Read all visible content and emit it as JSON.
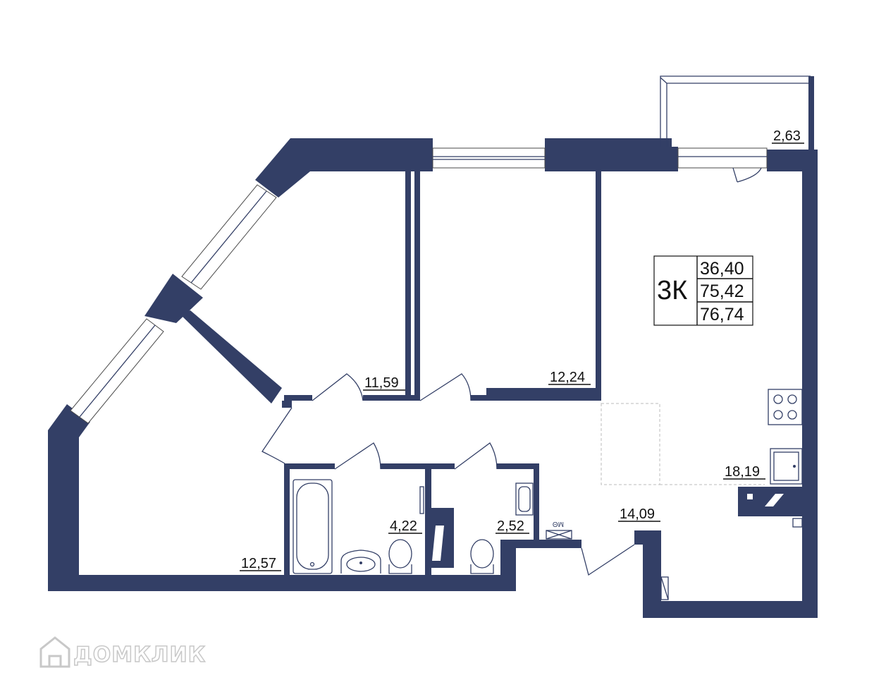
{
  "plan": {
    "type": "3К",
    "living_area": "36,40",
    "total_area": "75,42",
    "total_area_with_balcony": "76,74"
  },
  "rooms": {
    "bedroom_1": "11,59",
    "bedroom_2": "12,24",
    "kitchen_living": "18,19",
    "balcony": "2,63",
    "bedroom_3": "12,57",
    "bathroom": "4,22",
    "toilet": "2,52",
    "hallway": "14,09"
  },
  "ventilation_label": "ΜΘ",
  "watermark": "ДОМКЛИК",
  "colors": {
    "wall": "#333f66",
    "background": "#ffffff"
  }
}
